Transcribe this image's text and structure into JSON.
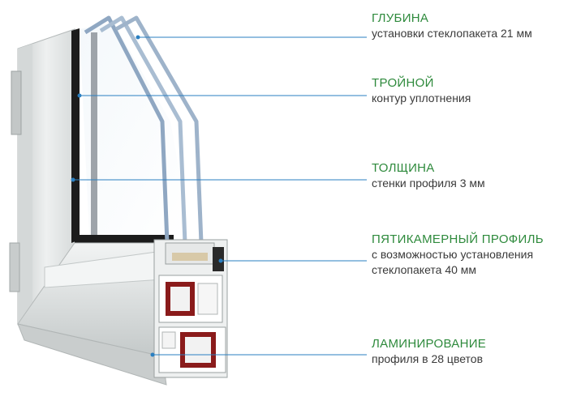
{
  "colors": {
    "title_green": "#2e8a3c",
    "leader_blue": "#2a7fc1",
    "profile_white": "#e9ecec",
    "steel_red": "#8a1b1b",
    "glass_blue": "#b9c9d9"
  },
  "callouts": [
    {
      "title": "ГЛУБИНА",
      "lines": [
        "установки стеклопакета 21 мм"
      ]
    },
    {
      "title": "ТРОЙНОЙ",
      "lines": [
        "контур уплотнения"
      ]
    },
    {
      "title": "ТОЛЩИНА",
      "lines": [
        "стенки профиля 3 мм"
      ]
    },
    {
      "title": "ПЯТИКАМЕРНЫЙ ПРОФИЛЬ",
      "lines": [
        "с возможностью установления",
        "стеклопакета 40 мм"
      ]
    },
    {
      "title": "ЛАМИНИРОВАНИЕ",
      "lines": [
        "профиля в 28 цветов"
      ]
    }
  ]
}
